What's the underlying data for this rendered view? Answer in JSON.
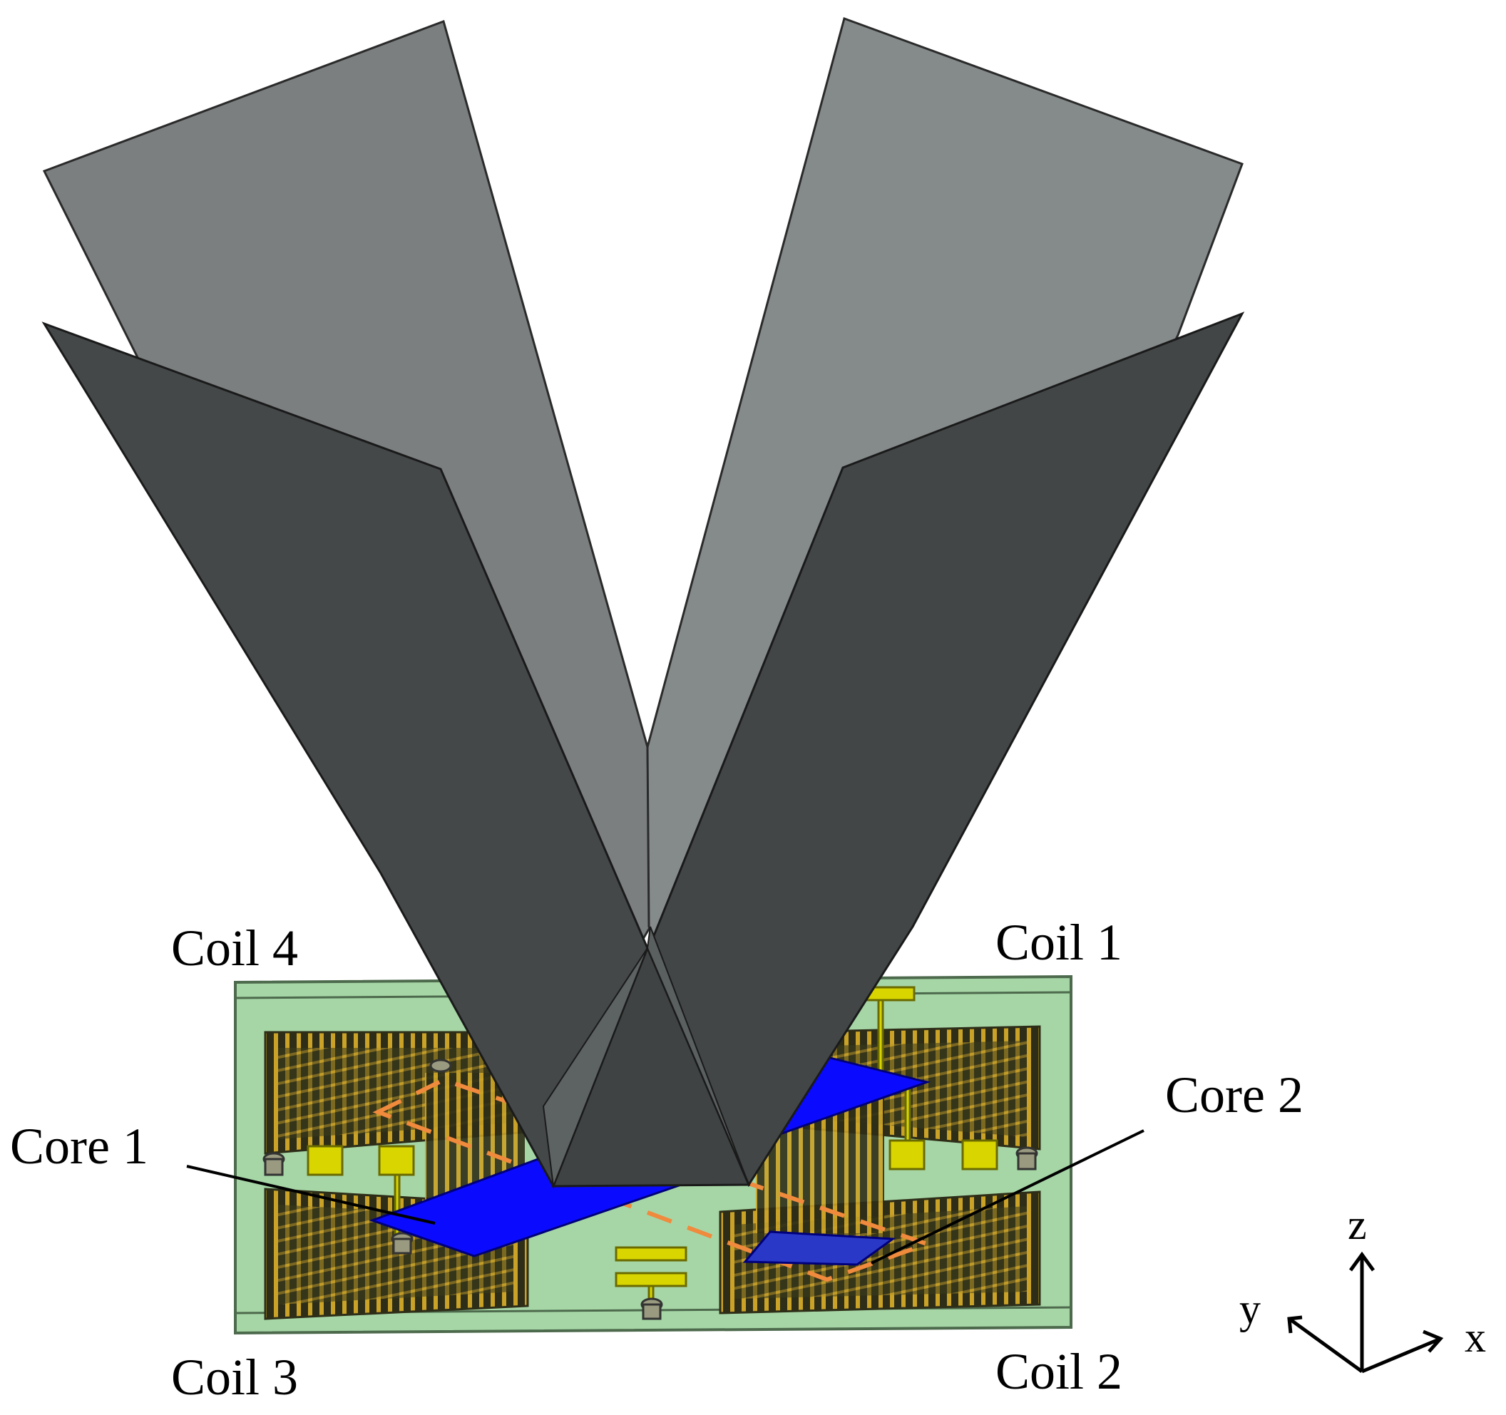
{
  "labels": {
    "coil_1": "Coil 1",
    "coil_2": "Coil 2",
    "coil_3": "Coil 3",
    "coil_4": "Coil 4",
    "core_1": "Core 1",
    "core_2": "Core 2"
  },
  "axes": {
    "x": "x",
    "y": "y",
    "z": "z"
  },
  "colors": {
    "horn_light": "#858a8b",
    "horn_dark": "#444849",
    "board": "#a6d6a6",
    "board_edge": "#4d6a4d",
    "core": "#0a0aff",
    "coil_gold": "#c9a227",
    "coil_dark": "#3a3a1a",
    "pad": "#d8d500",
    "dashed_outline": "#f08a3c"
  }
}
